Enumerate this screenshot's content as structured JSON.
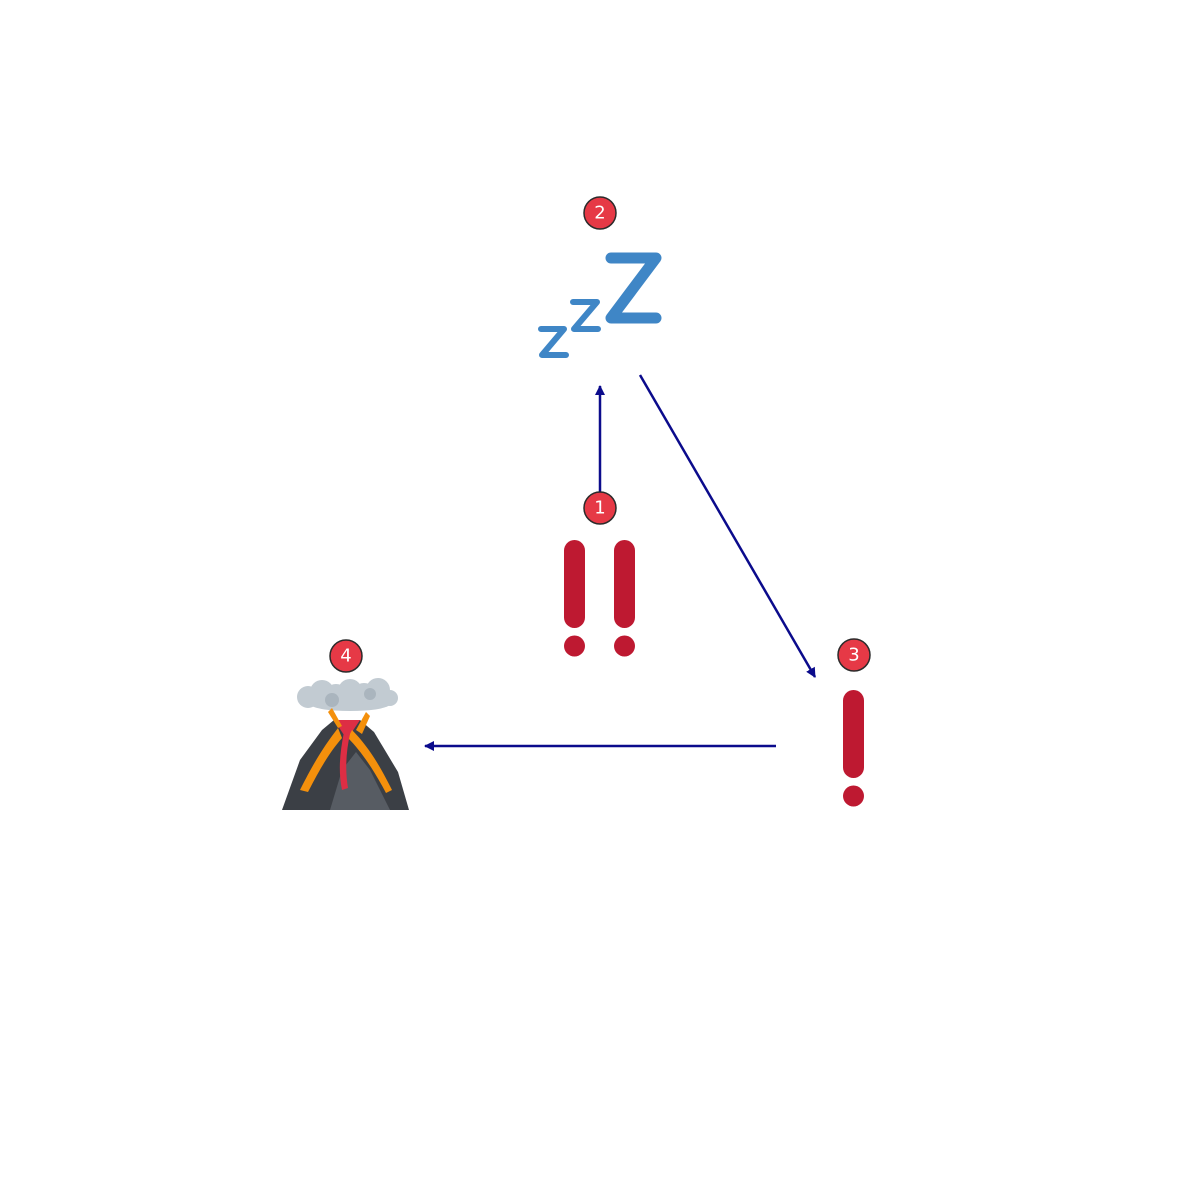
{
  "colors": {
    "background": "#ffffff",
    "arrow": "#0b0b8c",
    "badge_fill": "#e63946",
    "badge_stroke": "#2b2b2b",
    "exclamation_red": "#be1931",
    "zzz_blue": "#3f86c6",
    "volcano_rock": "#3b3f45",
    "volcano_rock_light": "#575c63",
    "lava_orange": "#f4900c",
    "lava_red": "#dd2e44",
    "smoke": "#c2cbd2"
  },
  "nodes": [
    {
      "id": "node-1",
      "badge": "1",
      "icon": "double-exclamation-icon"
    },
    {
      "id": "node-2",
      "badge": "2",
      "icon": "zzz-sleep-icon"
    },
    {
      "id": "node-3",
      "badge": "3",
      "icon": "exclamation-icon"
    },
    {
      "id": "node-4",
      "badge": "4",
      "icon": "volcano-icon"
    }
  ],
  "edges": [
    {
      "from": "1",
      "to": "2"
    },
    {
      "from": "2",
      "to": "3"
    },
    {
      "from": "3",
      "to": "4"
    }
  ]
}
